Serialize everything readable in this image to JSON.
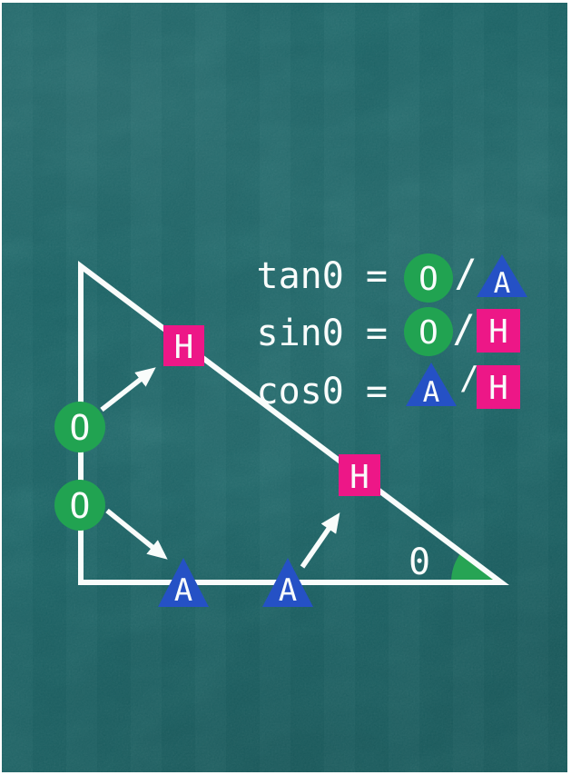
{
  "board": {
    "background_color": "#1e6b6c",
    "frame_color": "#ffffff",
    "chalk_color": "#f9fcfb"
  },
  "colors": {
    "opposite": "#21a351",
    "adjacent": "#2551c5",
    "hypotenuse": "#ed1787",
    "angle_wedge": "#27a454"
  },
  "formulas": [
    {
      "lhs": "tan0 =",
      "numerator": "O",
      "divider": "/",
      "denominator": "A"
    },
    {
      "lhs": "sin0 =",
      "numerator": "O",
      "divider": "/",
      "denominator": "H"
    },
    {
      "lhs": "cos0 =",
      "numerator": "A",
      "divider": "/",
      "denominator": "H"
    }
  ],
  "diagram": {
    "opposite_labels": [
      "O",
      "O"
    ],
    "adjacent_labels": [
      "A",
      "A"
    ],
    "hypotenuse_labels": [
      "H",
      "H"
    ],
    "angle_symbol": "0"
  }
}
